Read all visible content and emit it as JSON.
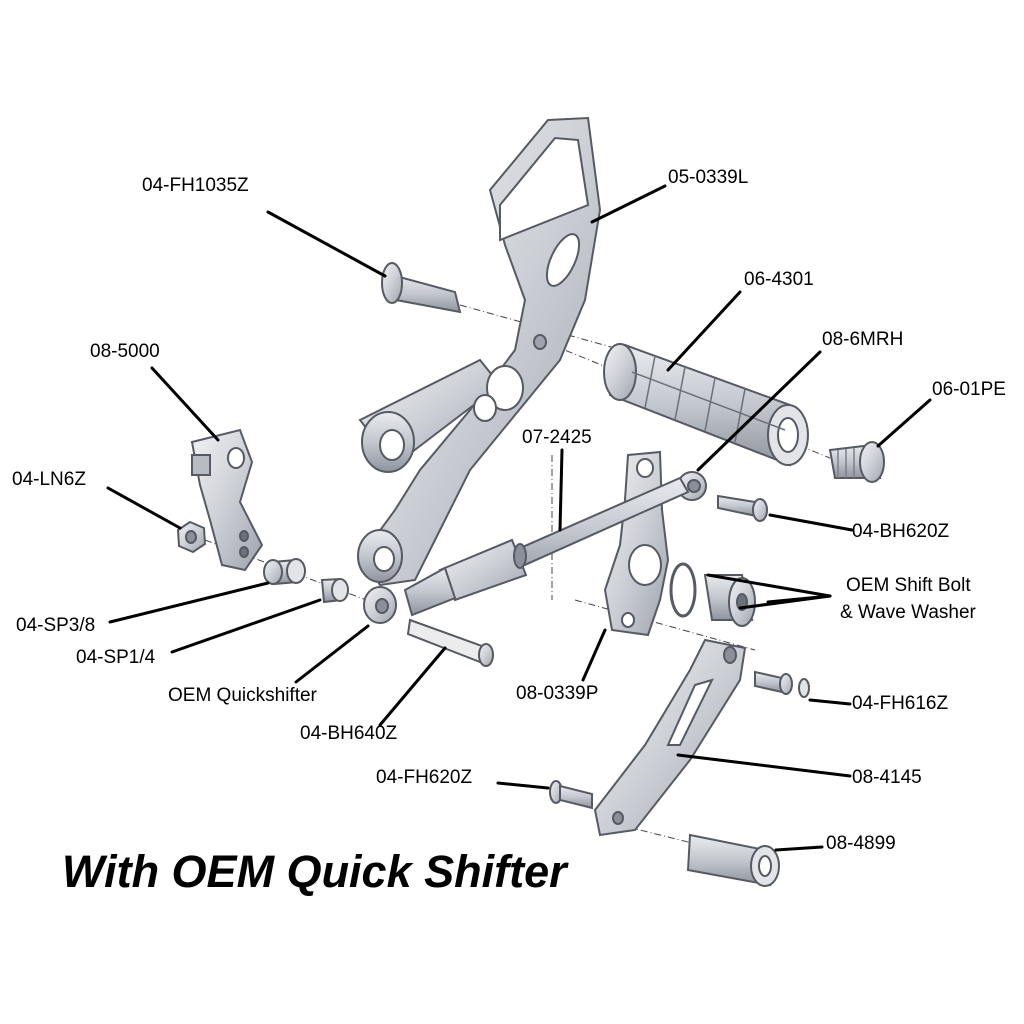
{
  "title": "With OEM Quick Shifter",
  "colors": {
    "part_fill": "#cfd2d8",
    "part_light": "#eceef2",
    "part_dark": "#8a8f99",
    "outline": "#555a63",
    "leader": "#000000"
  },
  "labels": {
    "fh1035z": "04-FH1035Z",
    "l0339": "05-0339L",
    "p4301": "06-4301",
    "p6mrh": "08-6MRH",
    "p01pe": "06-01PE",
    "p5000": "08-5000",
    "p2425": "07-2425",
    "ln6z": "04-LN6Z",
    "bh620z": "04-BH620Z",
    "oem_bolt_1": "OEM Shift Bolt",
    "oem_bolt_2": "& Wave Washer",
    "sp38": "04-SP3/8",
    "sp14": "04-SP1/4",
    "oem_qs": "OEM Quickshifter",
    "bh640z": "04-BH640Z",
    "p0339p": "08-0339P",
    "fh616z": "04-FH616Z",
    "p4145": "08-4145",
    "fh620z": "04-FH620Z",
    "p4899": "08-4899"
  }
}
